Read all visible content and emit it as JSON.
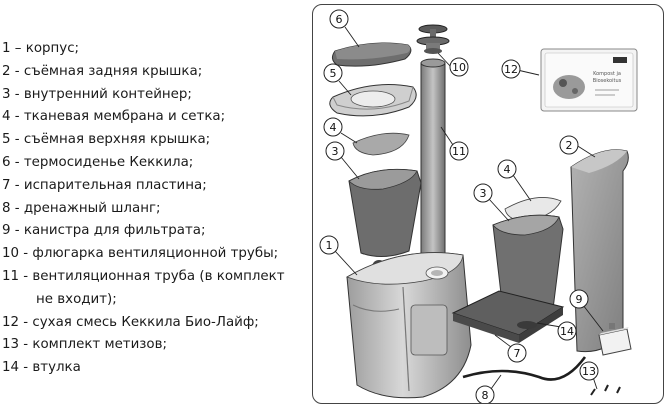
{
  "legend": [
    "1 – корпус;",
    "2 - съёмная задняя крышка;",
    "3 - внутренний контейнер;",
    "4 - тканевая мембрана и сетка;",
    "5 - съёмная верхняя крышка;",
    "6 - термосиденье Кеккила;",
    "7 - испарительная пластина;",
    "8 - дренажный шланг;",
    "9 - канистра для фильтрата;",
    "10 - флюгарка вентиляционной трубы;",
    "11 - вентиляционная труба (в комплект",
    "не входит);",
    "12 - сухая смесь Кеккила Био-Лайф;",
    "13 - комплект метизов;",
    "14 - втулка"
  ],
  "callouts": {
    "c1": "1",
    "c2": "2",
    "c3a": "3",
    "c3b": "3",
    "c4a": "4",
    "c4b": "4",
    "c5": "5",
    "c6": "6",
    "c7": "7",
    "c8": "8",
    "c9": "9",
    "c10": "10",
    "c11": "11",
    "c12": "12",
    "c13": "13",
    "c14": "14"
  },
  "package": {
    "line1": "Kompost ja",
    "line2": "Biosekoitus"
  },
  "colors": {
    "part_fill": "#c9c9c9",
    "part_dark": "#8a8a8a",
    "part_light": "#e6e6e6",
    "outline": "#3a3a3a"
  }
}
